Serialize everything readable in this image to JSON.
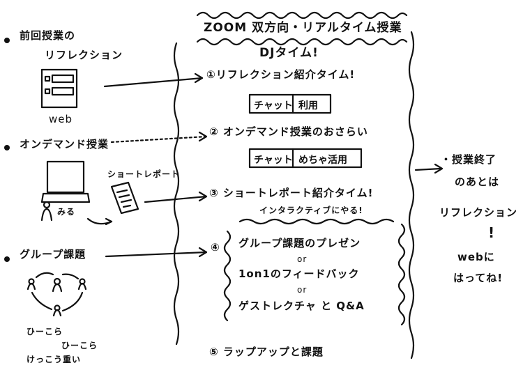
{
  "title": {
    "line1": "ZOOM 双方向・リアルタイム授業",
    "line2": "DJタイム!"
  },
  "left": {
    "item1": {
      "label": "前回授業の",
      "label2": "リフレクション",
      "caption": "web"
    },
    "item2": {
      "label": "オンデマンド授業",
      "person": "みる"
    },
    "short_report": "ショートレポート",
    "item3": {
      "label": "グループ課題",
      "caption1": "ひーこら",
      "caption2": "ひーこら",
      "caption3": "けっこう重い"
    }
  },
  "center": {
    "step1": "①リフレクション紹介タイム!",
    "box1": {
      "a": "チャット",
      "b": "利用"
    },
    "step2": "② オンデマンド授業のおさらい",
    "box2": {
      "a": "チャット",
      "b": "めちゃ活用"
    },
    "step3": "③ ショートレポート紹介タイム!",
    "interactive": "インタラクティブにやる!",
    "step4_num": "④",
    "step4_line1": "グループ課題のプレゼン",
    "or1": "or",
    "step4_line2": "1on1のフィードバック",
    "or2": "or",
    "step4_line3": "ゲストレクチャ と Q&A",
    "step5": "⑤ ラップアップと課題"
  },
  "right": {
    "line1": "・授業終了",
    "line2": "のあとは",
    "line3": "リフレクション",
    "line4": "!",
    "line5": "webに",
    "line6": "はってね!"
  }
}
